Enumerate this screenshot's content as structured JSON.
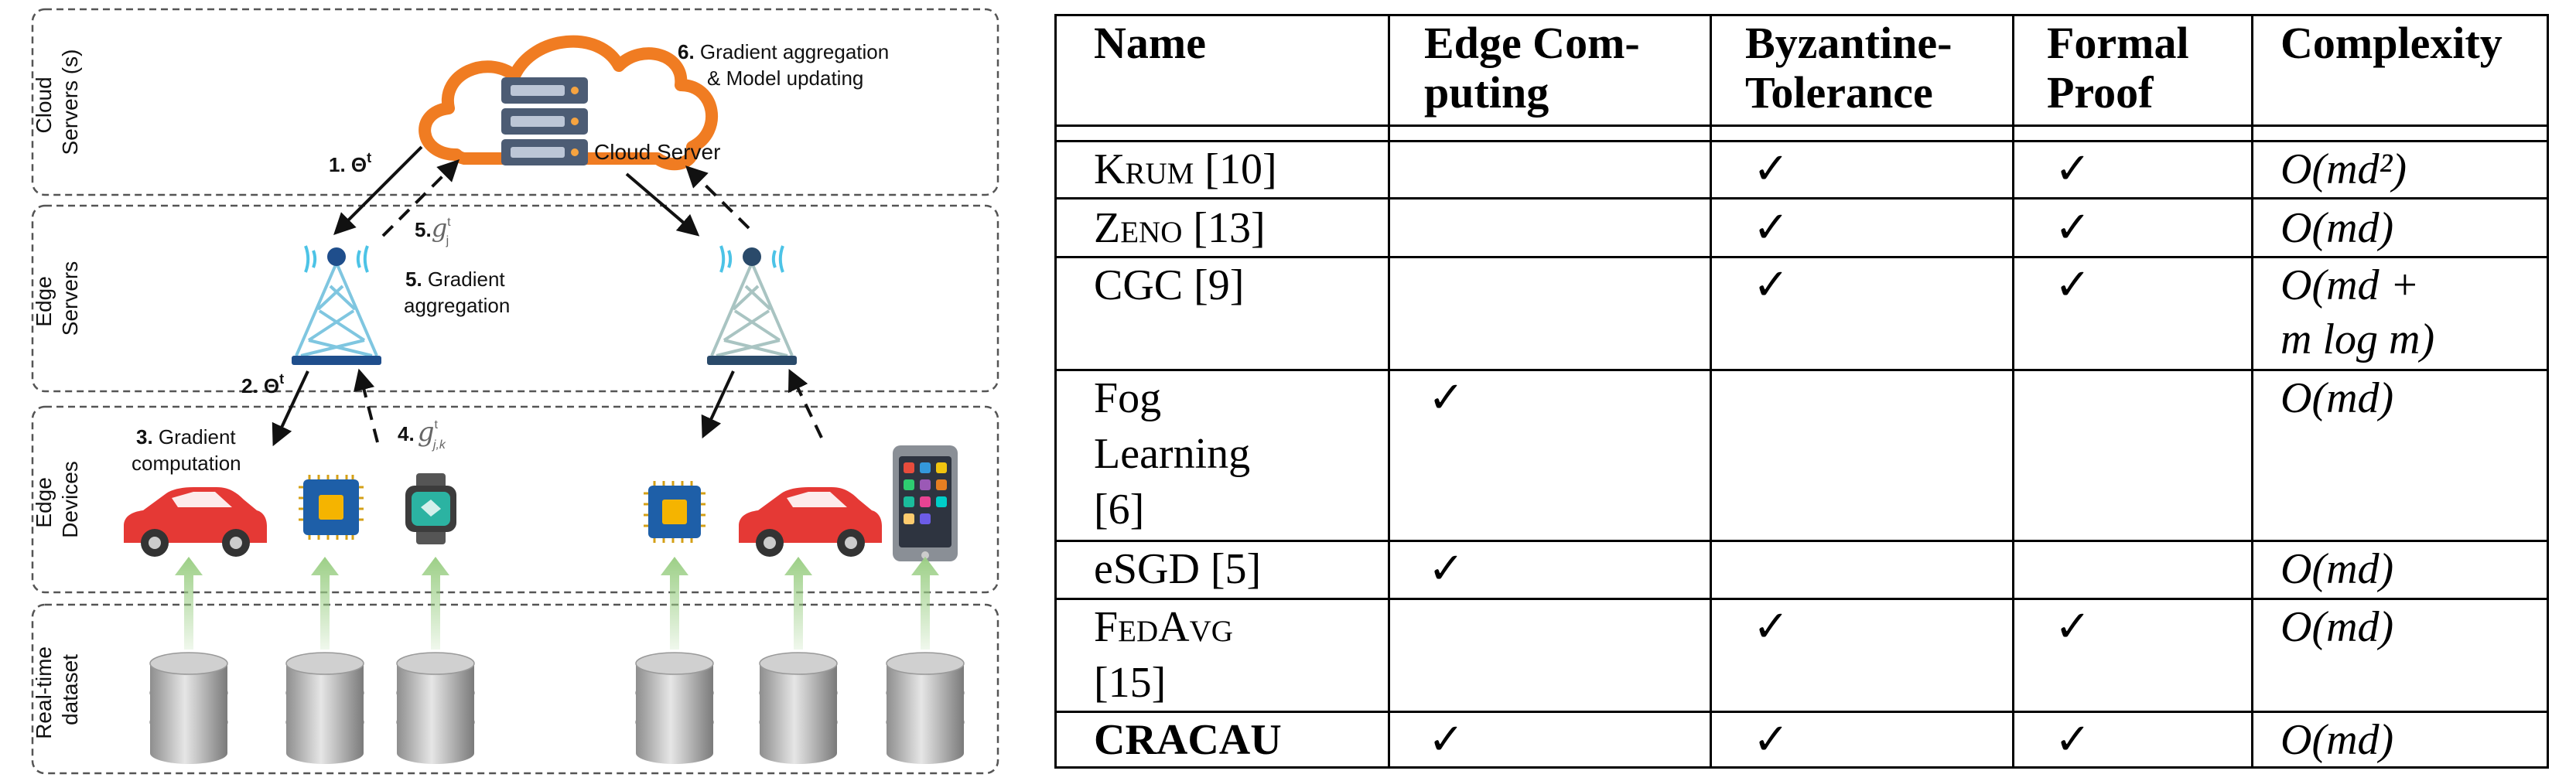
{
  "diagram": {
    "layers": {
      "cloud": "Cloud\nServers (s)",
      "edge_servers": "Edge\nServers",
      "edge_devices": "Edge\nDevices",
      "dataset": "Real-time\ndataset"
    },
    "cloud_server_label": "Cloud Server",
    "step1": "1. Θ",
    "step1_sup": "t",
    "step2": "2. Θ",
    "step2_sup": "t",
    "step3_num": "3.",
    "step3_line1": "Gradient",
    "step3_line2": "computation",
    "step4_num": "4.",
    "step4_sym": "g",
    "step4_sup": "t",
    "step4_sub": "j,k",
    "step5a_num": "5.",
    "step5a_sym": "g",
    "step5a_sup": "t",
    "step5a_sub": "j",
    "step5b_num": "5.",
    "step5b_line1": "Gradient",
    "step5b_line2": "aggregation",
    "step6_num": "6.",
    "step6_line1": "Gradient aggregation",
    "step6_line2": "& Model updating",
    "colors": {
      "cloud_outline": "#f07c22",
      "arrow_green": "#9ccf86",
      "car_red": "#e53935",
      "tower_blue": "#1f4e8c",
      "tower_cyan": "#4cc3e6",
      "server_slate": "#4c5c74"
    }
  },
  "table": {
    "headers": {
      "name": "Name",
      "edge_1": "Edge Com-",
      "edge_2": "puting",
      "byz_1": "Byzantine-",
      "byz_2": "Tolerance",
      "formal_1": "Formal",
      "formal_2": "Proof",
      "complexity": "Complexity"
    },
    "rows": [
      {
        "name": "Krum [10]",
        "edge": "",
        "byz": "✓",
        "formal": "✓",
        "complexity": "O(md²)"
      },
      {
        "name": "Zeno [13]",
        "edge": "",
        "byz": "✓",
        "formal": "✓",
        "complexity": "O(md)"
      },
      {
        "name_1": "CGC [9]",
        "edge": "",
        "byz": "✓",
        "formal": "✓",
        "complexity_1": "O(md +",
        "complexity_2": "m log m)"
      },
      {
        "name_1": "Fog",
        "name_2": "Learning",
        "name_3": "[6]",
        "edge": "✓",
        "byz": "",
        "formal": "",
        "complexity": "O(md)"
      },
      {
        "name": "eSGD [5]",
        "edge": "✓",
        "byz": "",
        "formal": "",
        "complexity": "O(md)"
      },
      {
        "name_1": "FedAvg",
        "name_2": "[15]",
        "edge": "",
        "byz": "✓",
        "formal": "✓",
        "complexity": "O(md)"
      },
      {
        "name": "CRACAU",
        "edge": "✓",
        "byz": "✓",
        "formal": "✓",
        "complexity": "O(md)"
      }
    ]
  }
}
